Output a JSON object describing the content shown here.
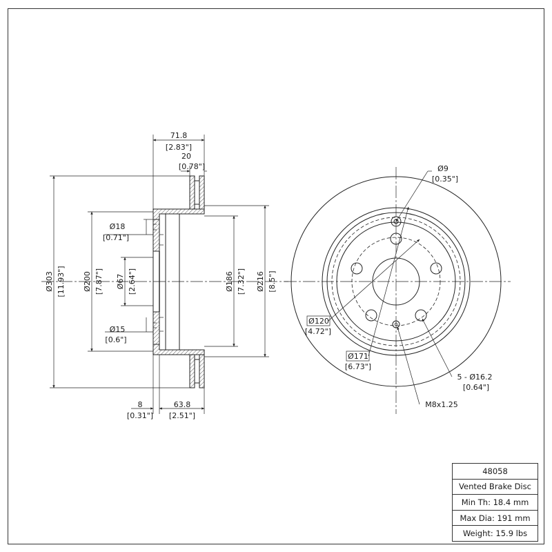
{
  "side_view": {
    "overall_width": {
      "mm": "71.8",
      "in": "[2.83\"]"
    },
    "rotor_thickness": {
      "mm": "20",
      "in": "[0.78\"]"
    },
    "outer_diameter": {
      "mm": "Ø303",
      "in": "[11.93\"]"
    },
    "pilot_diameter": {
      "mm": "Ø200",
      "in": "[7.87\"]"
    },
    "center_bore": {
      "mm": "Ø67",
      "in": "[2.64\"]"
    },
    "hat_inner": {
      "mm": "Ø186",
      "in": "[7.32\"]"
    },
    "hat_outer": {
      "mm": "Ø216",
      "in": "[8.5\"]"
    },
    "upper_hole": {
      "mm": "Ø18",
      "in": "[0.71\"]"
    },
    "lower_hole": {
      "mm": "Ø15",
      "in": "[0.6\"]"
    },
    "flange_thickness": {
      "mm": "8",
      "in": "[0.31\"]"
    },
    "hat_height": {
      "mm": "63.8",
      "in": "[2.51\"]"
    }
  },
  "front_view": {
    "small_hole": {
      "mm": "Ø9",
      "in": "[0.35\"]"
    },
    "bolt_circle": {
      "mm": "Ø120",
      "in": "[4.72\"]"
    },
    "hat_circle": {
      "mm": "Ø171",
      "in": "[6.73\"]"
    },
    "lug_holes": {
      "mm": "5 - Ø16.2",
      "in": "[0.64\"]"
    },
    "thread": "M8x1.25"
  },
  "spec_table": {
    "part_number": "48058",
    "description": "Vented Brake Disc",
    "min_thickness": "Min Th: 18.4 mm",
    "max_diameter": "Max Dia: 191 mm",
    "weight": "Weight: 15.9 lbs"
  }
}
